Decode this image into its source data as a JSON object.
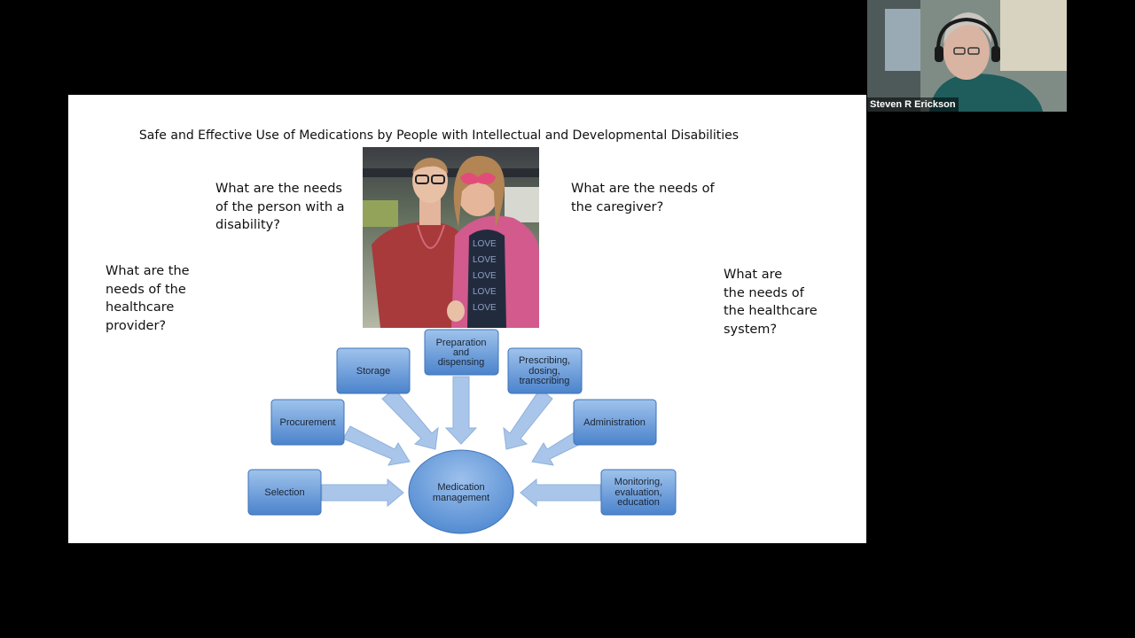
{
  "slide": {
    "title": "Safe and Effective Use of Medications by People with Intellectual and Developmental Disabilities",
    "questions": {
      "person": [
        "What are the needs",
        "of the person with a",
        "disability?"
      ],
      "caregiver": [
        "What are the needs of",
        "the caregiver?"
      ],
      "provider": [
        "What are the",
        "needs of the",
        "healthcare",
        "provider?"
      ],
      "system": [
        "What are",
        "the needs of",
        "the healthcare",
        "system?"
      ]
    },
    "photo_text": [
      "LOVE",
      "LOVE",
      "LOVE",
      "LOVE",
      "LOVE"
    ],
    "diagram": {
      "center": [
        "Medication",
        "management"
      ],
      "boxes": {
        "selection": [
          "Selection"
        ],
        "procurement": [
          "Procurement"
        ],
        "storage": [
          "Storage"
        ],
        "preparation": [
          "Preparation",
          "and",
          "dispensing"
        ],
        "prescribing": [
          "Prescribing,",
          "dosing,",
          "transcribing"
        ],
        "administration": [
          "Administration"
        ],
        "monitoring": [
          "Monitoring,",
          "evaluation,",
          "education"
        ]
      },
      "colors": {
        "box_top": "#8fb7e6",
        "box_bottom": "#4f86cf",
        "arrow": "#a9c6ea",
        "center": "#5e93d6"
      }
    }
  },
  "participant": {
    "name": "Steven R Erickson"
  }
}
